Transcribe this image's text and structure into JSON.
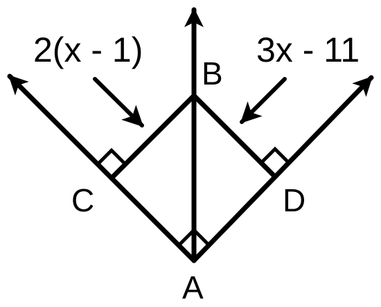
{
  "points": {
    "a": "A",
    "b": "B",
    "c": "C",
    "d": "D"
  },
  "expressions": {
    "left": "2(x - 1)",
    "right": "3x - 11"
  },
  "colors": {
    "ink": "#000000",
    "background": "#ffffff"
  }
}
